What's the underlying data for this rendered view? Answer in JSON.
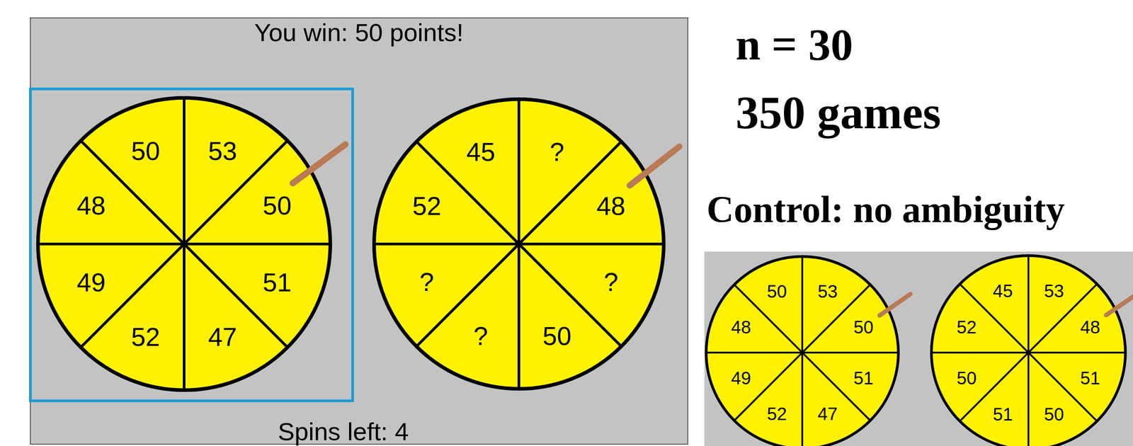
{
  "diagram": {
    "nodes": [
      {
        "text": [
          "You win: 50 points!",
          "Spins left: 4"
        ]
      },
      {
        "text": [
          "50",
          "53",
          "50",
          "51",
          "47",
          "52",
          "49",
          "48"
        ],
        "in": 0
      },
      {
        "text": [
          "45",
          "?",
          "48",
          "?",
          "50",
          "?",
          "?",
          "52"
        ],
        "in": 0
      },
      {
        "text": [
          "50",
          "53",
          "50",
          "51",
          "47",
          "52",
          "49",
          "48"
        ]
      },
      {
        "text": [
          "45",
          "53",
          "48",
          "51",
          "50",
          "51",
          "50",
          "52"
        ]
      }
    ],
    "labels": [
      "n = 30",
      "350 games",
      "Control: no ambiguity"
    ]
  }
}
